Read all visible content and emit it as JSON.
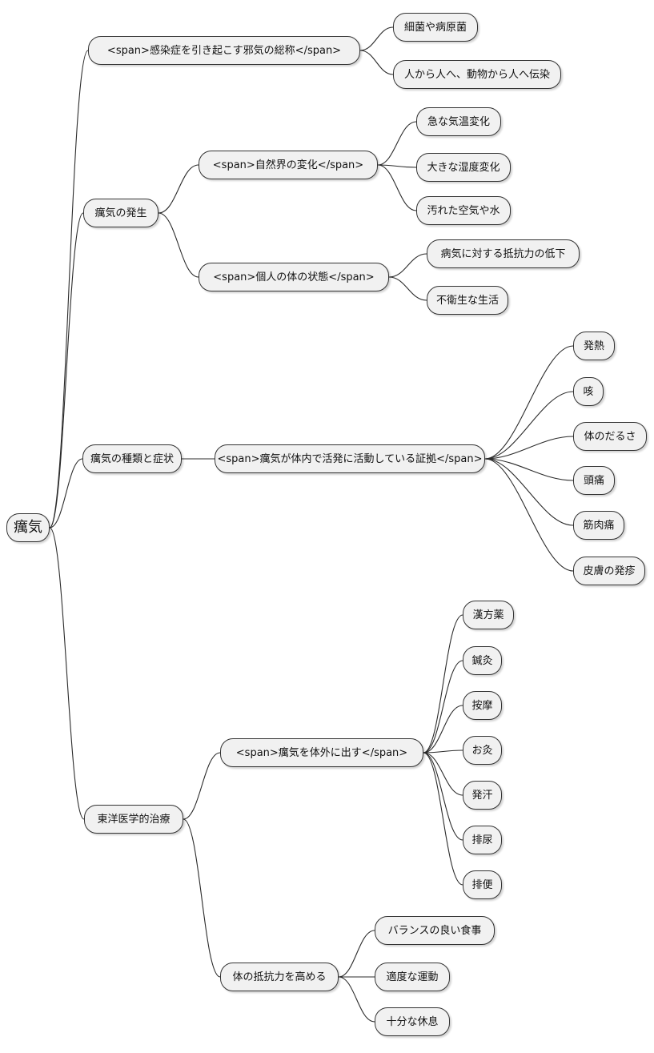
{
  "diagram": {
    "type": "mindmap",
    "root_id": "root",
    "language": "ja"
  },
  "colors": {
    "background": "#ffffff",
    "node_fill": "#f1f1f1",
    "node_border": "#333333",
    "edge": "#2b2b2b"
  },
  "nodes": [
    {
      "id": "root",
      "parent": null,
      "label": "癘気"
    },
    {
      "id": "infection-term",
      "parent": "root",
      "label": "<span>感染症を引き起こす邪気の総称</span>"
    },
    {
      "id": "onset",
      "parent": "root",
      "label": "癘気の発生"
    },
    {
      "id": "types-symptoms",
      "parent": "root",
      "label": "癘気の種類と症状"
    },
    {
      "id": "treatment",
      "parent": "root",
      "label": "東洋医学的治療"
    },
    {
      "id": "bacteria",
      "parent": "infection-term",
      "label": "細菌や病原菌"
    },
    {
      "id": "transmission",
      "parent": "infection-term",
      "label": "人から人へ、動物から人へ伝染"
    },
    {
      "id": "nature-changes",
      "parent": "onset",
      "label": "<span>自然界の変化</span>"
    },
    {
      "id": "personal-condition",
      "parent": "onset",
      "label": "<span>個人の体の状態</span>"
    },
    {
      "id": "activity-evidence",
      "parent": "types-symptoms",
      "label": "<span>癘気が体内で活発に活動している証拠</span>"
    },
    {
      "id": "expel-evil",
      "parent": "treatment",
      "label": "<span>癘気を体外に出す</span>"
    },
    {
      "id": "boost-resistance",
      "parent": "treatment",
      "label": "体の抵抗力を高める"
    },
    {
      "id": "temp-change",
      "parent": "nature-changes",
      "label": "急な気温変化"
    },
    {
      "id": "humidity-change",
      "parent": "nature-changes",
      "label": "大きな湿度変化"
    },
    {
      "id": "polluted-air-water",
      "parent": "nature-changes",
      "label": "汚れた空気や水"
    },
    {
      "id": "lowered-resistance",
      "parent": "personal-condition",
      "label": "病気に対する抵抗力の低下"
    },
    {
      "id": "unhygienic-life",
      "parent": "personal-condition",
      "label": "不衛生な生活"
    },
    {
      "id": "fever",
      "parent": "activity-evidence",
      "label": "発熱"
    },
    {
      "id": "cough",
      "parent": "activity-evidence",
      "label": "咳"
    },
    {
      "id": "fatigue",
      "parent": "activity-evidence",
      "label": "体のだるさ"
    },
    {
      "id": "headache",
      "parent": "activity-evidence",
      "label": "頭痛"
    },
    {
      "id": "muscle-pain",
      "parent": "activity-evidence",
      "label": "筋肉痛"
    },
    {
      "id": "skin-rash",
      "parent": "activity-evidence",
      "label": "皮膚の発疹"
    },
    {
      "id": "kampo-medicine",
      "parent": "expel-evil",
      "label": "漢方薬"
    },
    {
      "id": "acupuncture",
      "parent": "expel-evil",
      "label": "鍼灸"
    },
    {
      "id": "massage",
      "parent": "expel-evil",
      "label": "按摩"
    },
    {
      "id": "moxibustion",
      "parent": "expel-evil",
      "label": "お灸"
    },
    {
      "id": "sweating",
      "parent": "expel-evil",
      "label": "発汗"
    },
    {
      "id": "urination",
      "parent": "expel-evil",
      "label": "排尿"
    },
    {
      "id": "defecation",
      "parent": "expel-evil",
      "label": "排便"
    },
    {
      "id": "balanced-diet",
      "parent": "boost-resistance",
      "label": "バランスの良い食事"
    },
    {
      "id": "moderate-exercise",
      "parent": "boost-resistance",
      "label": "適度な運動"
    },
    {
      "id": "sufficient-rest",
      "parent": "boost-resistance",
      "label": "十分な休息"
    }
  ]
}
